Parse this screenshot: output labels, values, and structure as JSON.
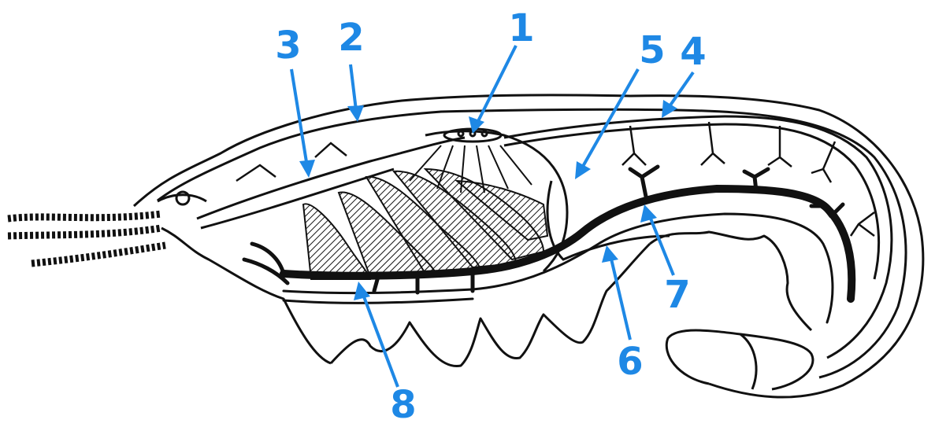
{
  "colors": {
    "label": "#1e88e5",
    "ink": "#111111",
    "paper": "#ffffff"
  },
  "labels": [
    {
      "id": "1",
      "text": "1"
    },
    {
      "id": "2",
      "text": "2"
    },
    {
      "id": "3",
      "text": "3"
    },
    {
      "id": "4",
      "text": "4"
    },
    {
      "id": "5",
      "text": "5"
    },
    {
      "id": "6",
      "text": "6"
    },
    {
      "id": "7",
      "text": "7"
    },
    {
      "id": "8",
      "text": "8"
    }
  ]
}
